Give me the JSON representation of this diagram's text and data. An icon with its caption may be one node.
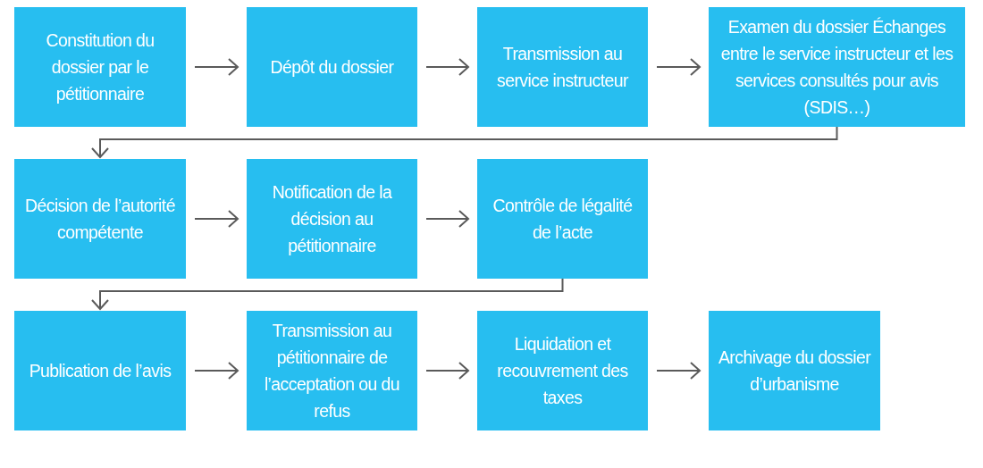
{
  "diagram": {
    "nodes": [
      {
        "text": [
          "Constitution du dossier par le pétitionnaire"
        ]
      },
      {
        "text": [
          "Dépôt du dossier"
        ]
      },
      {
        "text": [
          "Transmission au service instructeur"
        ]
      },
      {
        "text": [
          "Examen du dossier Échanges entre le service instructeur et les services consultés pour avis (SDIS…)"
        ]
      },
      {
        "text": [
          "Décision de l’autorité compétente"
        ]
      },
      {
        "text": [
          "Notification de la décision au pétitionnaire"
        ]
      },
      {
        "text": [
          "Contrôle de légalité de l’acte"
        ]
      },
      {
        "text": [
          "Publication de l’avis"
        ]
      },
      {
        "text": [
          "Transmission au pétitionnaire de l’acceptation ou du refus"
        ]
      },
      {
        "text": [
          "Liquidation et recouvrement des taxes"
        ]
      },
      {
        "text": [
          "Archivage du dossier d’urbanisme"
        ]
      }
    ],
    "edges": [
      {
        "from": 0,
        "to": 1,
        "arrow": "to"
      },
      {
        "from": 1,
        "to": 2,
        "arrow": "to"
      },
      {
        "from": 2,
        "to": 3,
        "arrow": "to"
      },
      {
        "from": 3,
        "to": 4,
        "arrow": "to"
      },
      {
        "from": 4,
        "to": 5,
        "arrow": "to"
      },
      {
        "from": 5,
        "to": 6,
        "arrow": "to"
      },
      {
        "from": 6,
        "to": 7,
        "arrow": "to"
      },
      {
        "from": 7,
        "to": 8,
        "arrow": "to"
      },
      {
        "from": 8,
        "to": 9,
        "arrow": "to"
      },
      {
        "from": 9,
        "to": 10,
        "arrow": "to"
      }
    ]
  }
}
